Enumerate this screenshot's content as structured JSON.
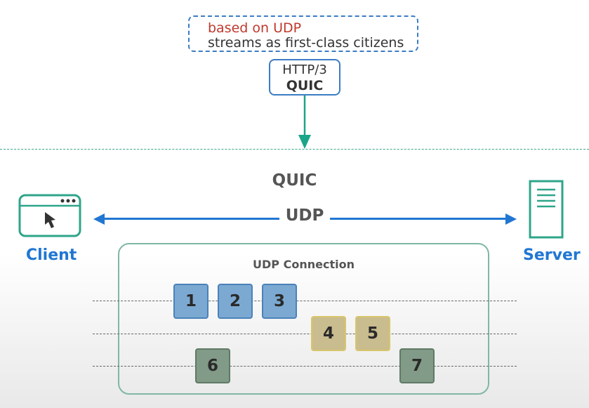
{
  "annotation": {
    "line_red": "based on UDP",
    "line_dark": "streams as first-class citizens"
  },
  "protocol_box": {
    "line1": "HTTP/3",
    "line2": "QUIC"
  },
  "diagram": {
    "title": "QUIC",
    "link_label": "UDP",
    "client_label": "Client",
    "server_label": "Server",
    "connection_label": "UDP Connection",
    "streams": [
      {
        "packets": [
          "1",
          "2",
          "3"
        ],
        "color": "#7ca9d2"
      },
      {
        "packets": [
          "4",
          "5"
        ],
        "color": "#c9bc8e"
      },
      {
        "packets": [
          "6",
          "7"
        ],
        "color": "#829a88"
      }
    ]
  },
  "colors": {
    "accent_blue": "#2176d2",
    "accent_green": "#3aa88a",
    "alert_red": "#c0392b"
  },
  "icons": {
    "client": "browser-window-cursor-icon",
    "server": "server-icon",
    "arrow": "arrow-down-icon"
  }
}
